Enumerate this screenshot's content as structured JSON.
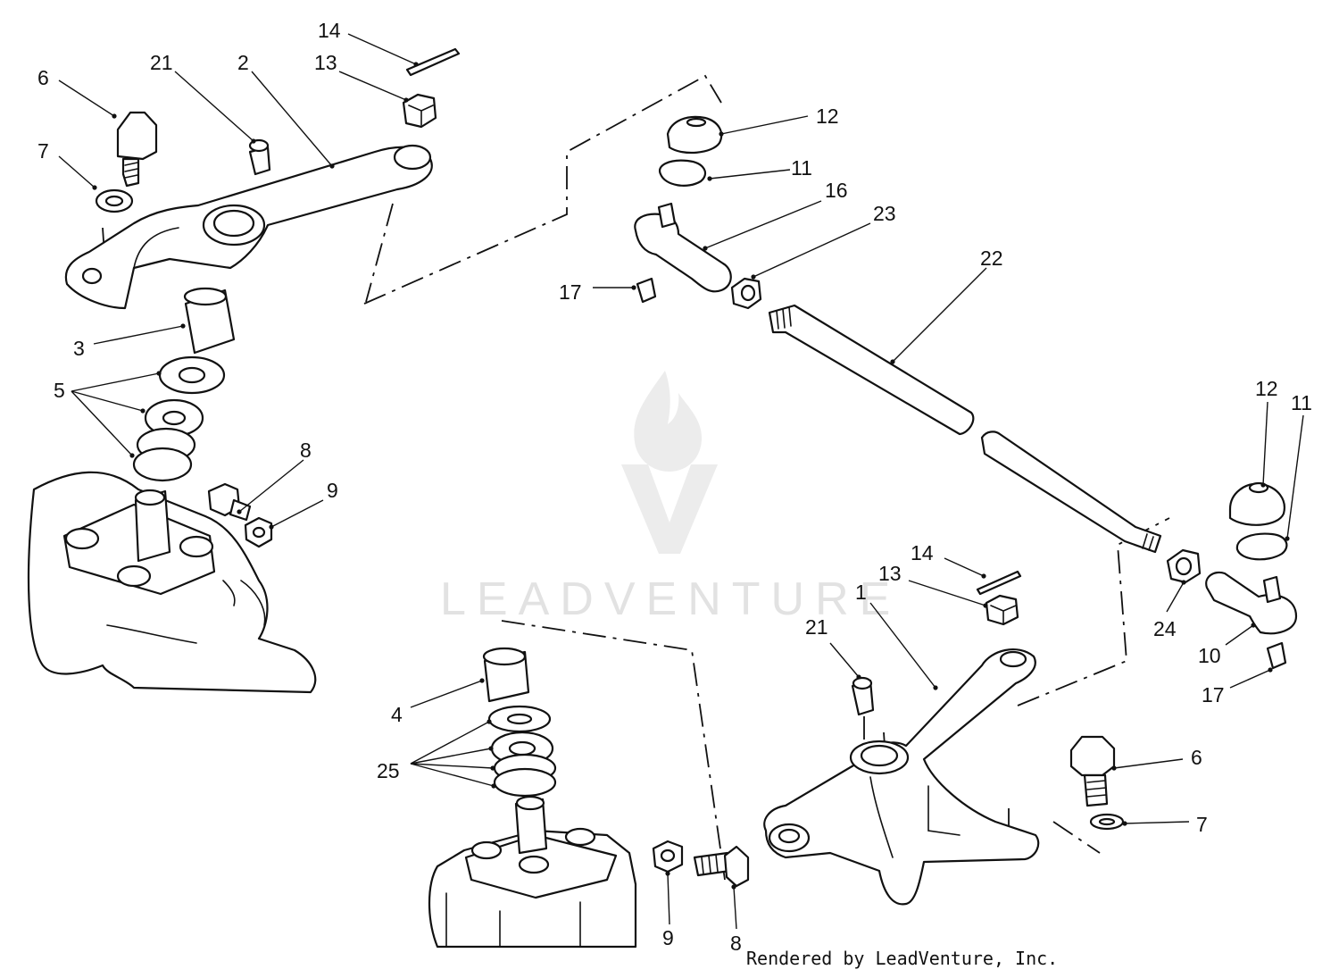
{
  "watermark": {
    "text": "LEADVENTURE"
  },
  "credit": "Rendered by LeadVenture, Inc.",
  "callouts": [
    {
      "id": "c14a",
      "label": "14",
      "part": "cotter pin"
    },
    {
      "id": "c13a",
      "label": "13",
      "part": "castle nut"
    },
    {
      "id": "c21a",
      "label": "21",
      "part": "grease fitting"
    },
    {
      "id": "c2",
      "label": "2",
      "part": "steering arm"
    },
    {
      "id": "c6a",
      "label": "6",
      "part": "bolt"
    },
    {
      "id": "c7a",
      "label": "7",
      "part": "lock washer"
    },
    {
      "id": "c3",
      "label": "3",
      "part": "bushing"
    },
    {
      "id": "c5",
      "label": "5",
      "part": "washers"
    },
    {
      "id": "c8a",
      "label": "8",
      "part": "bolt"
    },
    {
      "id": "c9a",
      "label": "9",
      "part": "nut"
    },
    {
      "id": "c12a",
      "label": "12",
      "part": "dust boot"
    },
    {
      "id": "c11a",
      "label": "11",
      "part": "retaining ring"
    },
    {
      "id": "c16",
      "label": "16",
      "part": "tie rod end"
    },
    {
      "id": "c23",
      "label": "23",
      "part": "jam nut"
    },
    {
      "id": "c17a",
      "label": "17",
      "part": "grease fitting"
    },
    {
      "id": "c22",
      "label": "22",
      "part": "tie rod"
    },
    {
      "id": "c12b",
      "label": "12",
      "part": "dust boot"
    },
    {
      "id": "c11b",
      "label": "11",
      "part": "retaining ring"
    },
    {
      "id": "c14b",
      "label": "14",
      "part": "cotter pin"
    },
    {
      "id": "c13b",
      "label": "13",
      "part": "castle nut"
    },
    {
      "id": "c1",
      "label": "1",
      "part": "steering arm"
    },
    {
      "id": "c21b",
      "label": "21",
      "part": "grease fitting"
    },
    {
      "id": "c24",
      "label": "24",
      "part": "jam nut"
    },
    {
      "id": "c10",
      "label": "10",
      "part": "tie rod end"
    },
    {
      "id": "c17b",
      "label": "17",
      "part": "grease fitting"
    },
    {
      "id": "c4",
      "label": "4",
      "part": "bushing"
    },
    {
      "id": "c25",
      "label": "25",
      "part": "washers"
    },
    {
      "id": "c6b",
      "label": "6",
      "part": "bolt"
    },
    {
      "id": "c7b",
      "label": "7",
      "part": "lock washer"
    },
    {
      "id": "c9b",
      "label": "9",
      "part": "nut"
    },
    {
      "id": "c8b",
      "label": "8",
      "part": "bolt"
    }
  ]
}
